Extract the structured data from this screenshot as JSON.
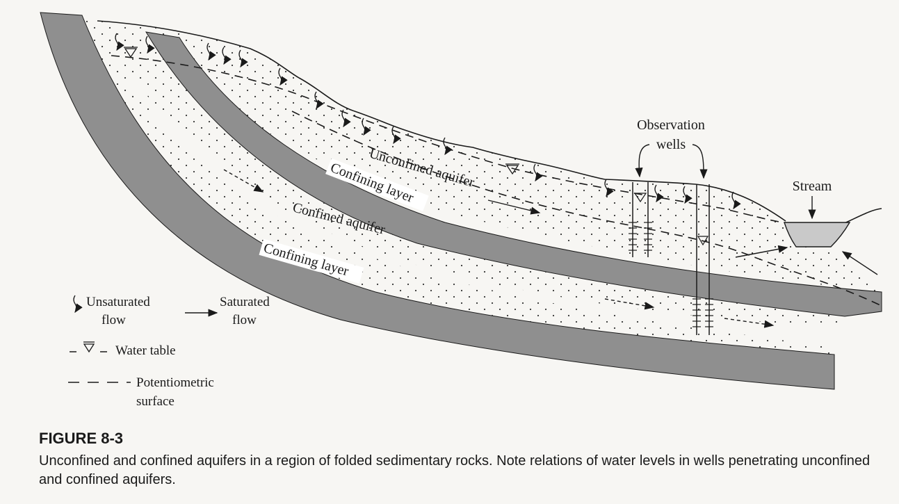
{
  "figure": {
    "labels": {
      "observation_wells_line1": "Observation",
      "observation_wells_line2": "wells",
      "stream": "Stream",
      "unconfined_aquifer": "Unconfined aquifer",
      "confining_layer_upper": "Confining layer",
      "confined_aquifer": "Confined aquifer",
      "confining_layer_lower": "Confining layer"
    },
    "legend": {
      "unsaturated_flow_line1": "Unsaturated",
      "unsaturated_flow_line2": "flow",
      "saturated_flow_line1": "Saturated",
      "saturated_flow_line2": "flow",
      "water_table": "Water table",
      "potentiometric_line1": "Potentiometric",
      "potentiometric_line2": "surface"
    },
    "colors": {
      "rock": "#8f8f8f",
      "line": "#1a1a1a",
      "water": "#c9c9c9",
      "paper": "#f7f6f3"
    }
  },
  "caption": {
    "number": "FIGURE 8-3",
    "text": "Unconfined and confined aquifers in a region of folded sedimentary rocks. Note relations of water levels in wells penetrating unconfined and confined aquifers."
  }
}
